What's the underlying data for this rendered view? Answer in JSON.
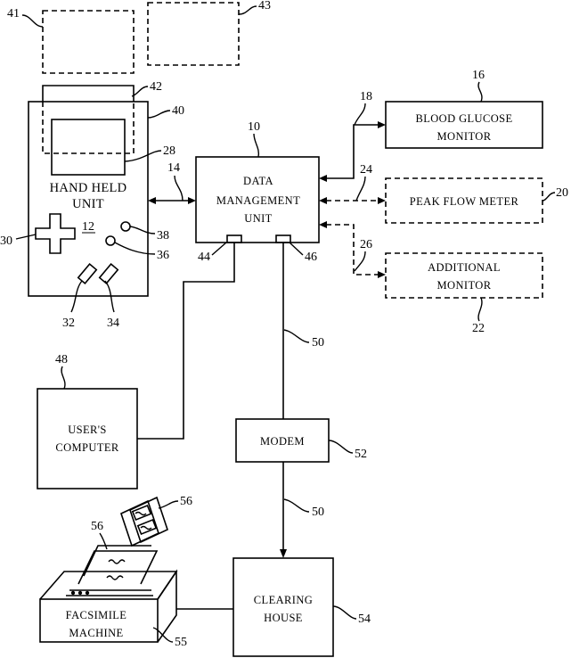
{
  "ref": {
    "r41": "41",
    "r43": "43",
    "r42": "42",
    "r40": "40",
    "r28": "28",
    "r14": "14",
    "r10": "10",
    "r18": "18",
    "r16": "16",
    "r24": "24",
    "r20": "20",
    "r26": "26",
    "r22": "22",
    "r12": "12",
    "r30": "30",
    "r38": "38",
    "r36": "36",
    "r32": "32",
    "r34": "34",
    "r44": "44",
    "r46": "46",
    "r48": "48",
    "r50a": "50",
    "r50b": "50",
    "r52": "52",
    "r56a": "56",
    "r56b": "56",
    "r55": "55",
    "r54": "54"
  },
  "boxes": {
    "handheld_line1": "HAND HELD",
    "handheld_line2": "UNIT",
    "dmu_line1": "DATA",
    "dmu_line2": "MANAGEMENT",
    "dmu_line3": "UNIT",
    "bgm_line1": "BLOOD GLUCOSE",
    "bgm_line2": "MONITOR",
    "pfm_line1": "PEAK FLOW METER",
    "am_line1": "ADDITIONAL",
    "am_line2": "MONITOR",
    "uc_line1": "USER'S",
    "uc_line2": "COMPUTER",
    "modem_line1": "MODEM",
    "ch_line1": "CLEARING",
    "ch_line2": "HOUSE",
    "fax_line1": "FACSIMILE",
    "fax_line2": "MACHINE"
  }
}
